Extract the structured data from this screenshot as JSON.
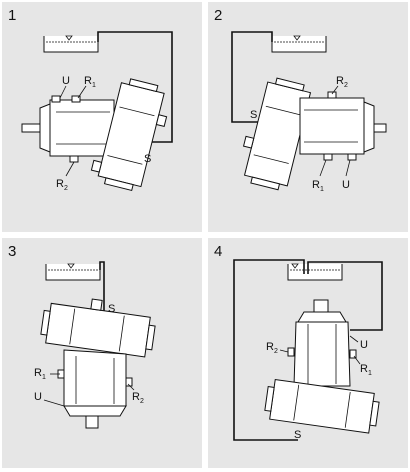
{
  "panels": [
    {
      "number": "1",
      "labels": {
        "u": "U",
        "r1": "R",
        "r1_sub": "1",
        "r2": "R",
        "r2_sub": "2",
        "s": "S"
      }
    },
    {
      "number": "2",
      "labels": {
        "u": "U",
        "r1": "R",
        "r1_sub": "1",
        "r2": "R",
        "r2_sub": "2",
        "s": "S"
      }
    },
    {
      "number": "3",
      "labels": {
        "u": "U",
        "r1": "R",
        "r1_sub": "1",
        "r2": "R",
        "r2_sub": "2",
        "s": "S"
      }
    },
    {
      "number": "4",
      "labels": {
        "u": "U",
        "r1": "R",
        "r1_sub": "1",
        "r2": "R",
        "r2_sub": "2",
        "s": "S"
      }
    }
  ]
}
